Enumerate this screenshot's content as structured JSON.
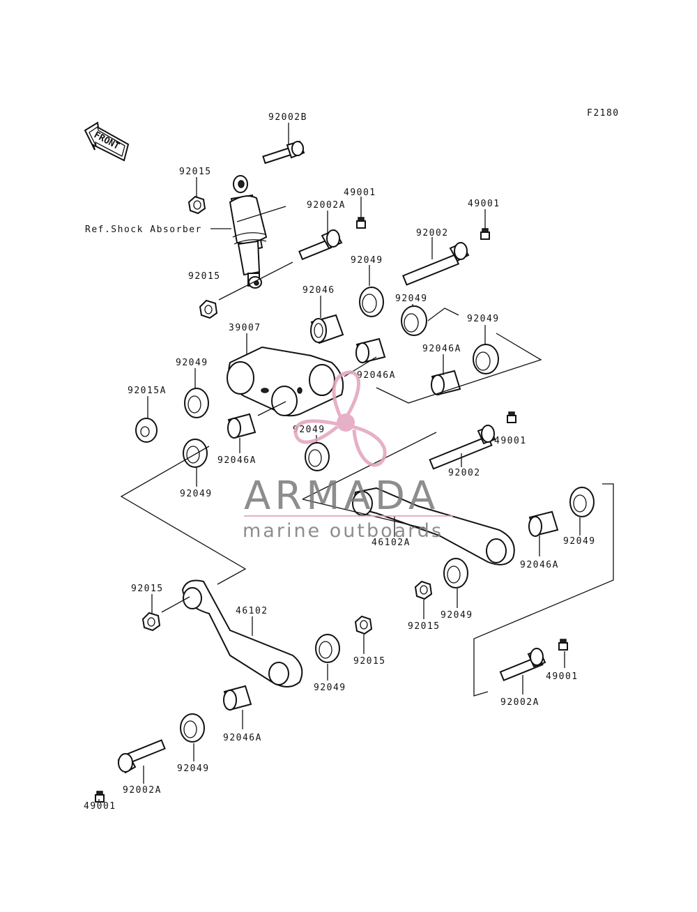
{
  "diagram": {
    "figure_code": "F2180",
    "front_label": "FRONT",
    "ref_label": "Ref.Shock Absorber",
    "labels": {
      "l_92002B": "92002B",
      "l_92015_a": "92015",
      "l_49001_a": "49001",
      "l_92002A_a": "92002A",
      "l_49001_b": "49001",
      "l_92002_a": "92002",
      "l_92015_b": "92015",
      "l_92049_a": "92049",
      "l_92046": "92046",
      "l_92049_b": "92049",
      "l_92049_c": "92049",
      "l_39007": "39007",
      "l_92046A_a": "92046A",
      "l_92046A_b": "92046A",
      "l_92049_d": "92049",
      "l_92015A": "92015A",
      "l_92049_e": "92049",
      "l_49001_c": "49001",
      "l_92046A_c": "92046A",
      "l_92002_b": "92002",
      "l_92049_f": "92049",
      "l_46102A": "46102A",
      "l_92049_g": "92049",
      "l_92046A_d": "92046A",
      "l_92015_c": "92015",
      "l_46102": "46102",
      "l_92015_d": "92015",
      "l_92049_h": "92049",
      "l_92015_e": "92015",
      "l_92049_i": "92049",
      "l_49001_d": "49001",
      "l_92002A_b": "92002A",
      "l_92046A_e": "92046A",
      "l_92049_j": "92049",
      "l_92002A_c": "92002A",
      "l_49001_e": "49001"
    }
  },
  "watermark": {
    "brand": "ARMADA",
    "tagline": "marine outboards",
    "colors": {
      "text": "#7a7a7a",
      "accent": "#e2a3bd"
    }
  }
}
